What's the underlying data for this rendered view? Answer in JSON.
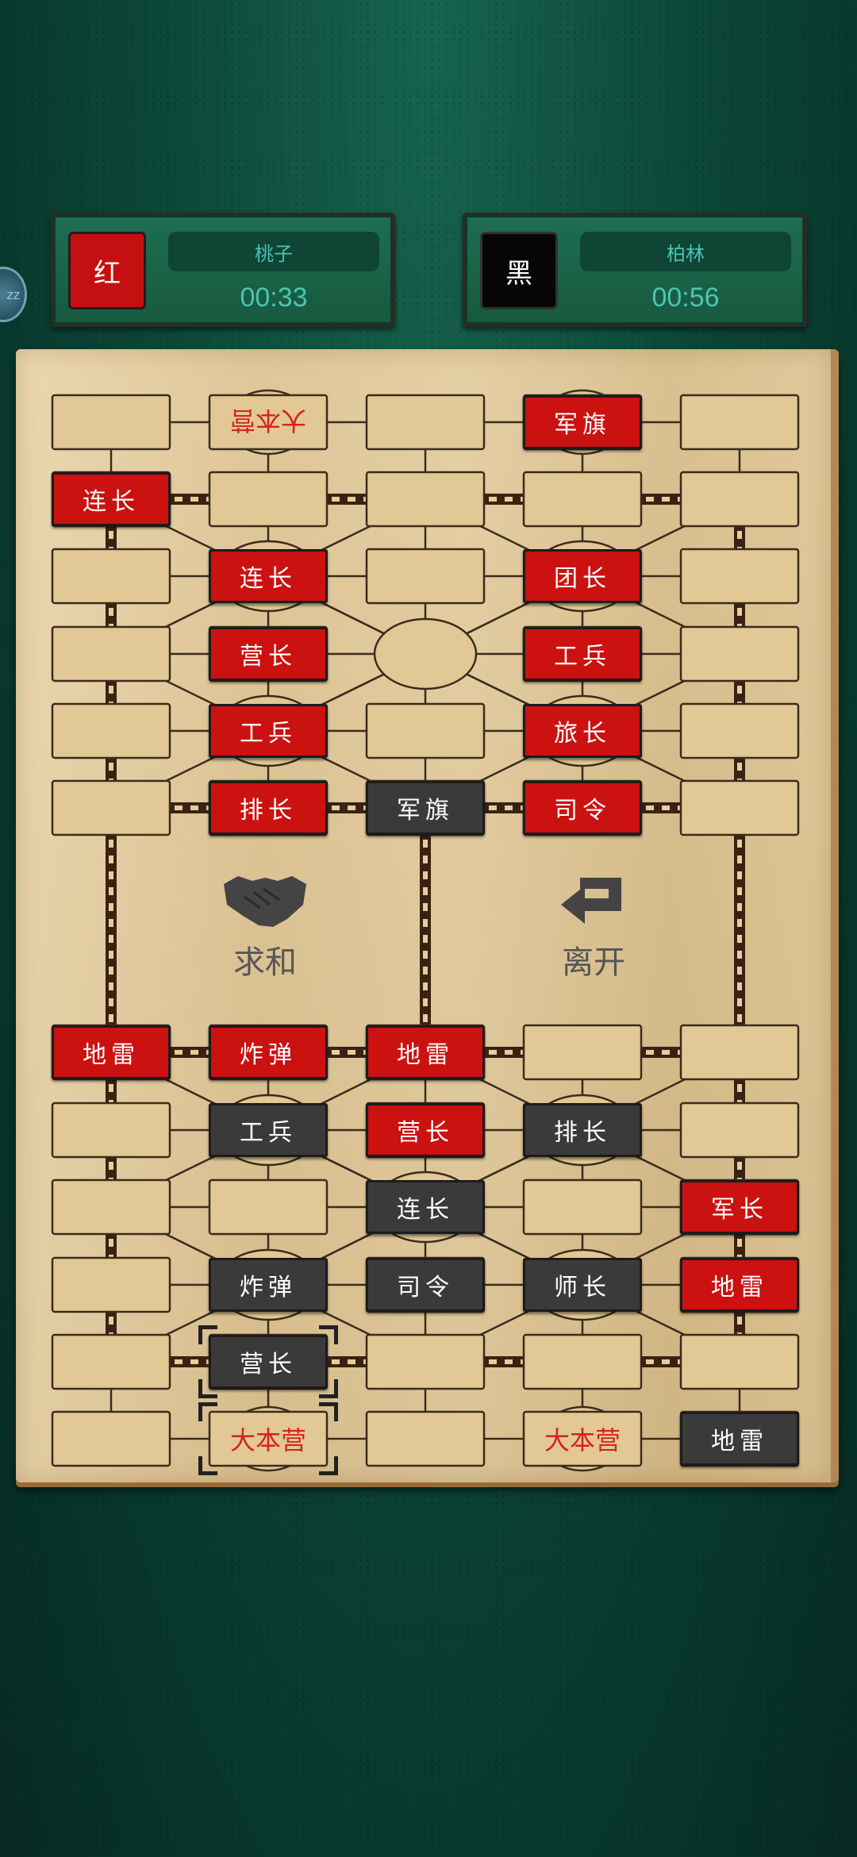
{
  "players": {
    "red": {
      "color_label": "红",
      "name": "桃子",
      "timer": "00:33",
      "color": "#c41010"
    },
    "black": {
      "color_label": "黑",
      "name": "柏林",
      "timer": "00:56",
      "color": "#060606"
    }
  },
  "edge_avatar": {
    "icon": "avatar-icon",
    "text": "zz"
  },
  "actions": {
    "draw": {
      "label": "求和",
      "icon": "handshake-icon"
    },
    "leave": {
      "label": "离开",
      "icon": "return-arrow-icon"
    }
  },
  "headquarters": [
    {
      "label": "大本营",
      "row": 0,
      "col": 1,
      "flipped": true
    },
    {
      "label": "大本营",
      "row": 11,
      "col": 1,
      "flipped": false
    },
    {
      "label": "大本营",
      "row": 11,
      "col": 3,
      "flipped": false
    }
  ],
  "pieces": [
    {
      "label": "军旗",
      "side": "red",
      "row": 0,
      "col": 3
    },
    {
      "label": "连长",
      "side": "red",
      "row": 1,
      "col": 0
    },
    {
      "label": "连长",
      "side": "red",
      "row": 2,
      "col": 1
    },
    {
      "label": "团长",
      "side": "red",
      "row": 2,
      "col": 3
    },
    {
      "label": "营长",
      "side": "red",
      "row": 3,
      "col": 1
    },
    {
      "label": "工兵",
      "side": "red",
      "row": 3,
      "col": 3
    },
    {
      "label": "工兵",
      "side": "red",
      "row": 4,
      "col": 1
    },
    {
      "label": "旅长",
      "side": "red",
      "row": 4,
      "col": 3
    },
    {
      "label": "排长",
      "side": "red",
      "row": 5,
      "col": 1
    },
    {
      "label": "军旗",
      "side": "black",
      "row": 5,
      "col": 2
    },
    {
      "label": "司令",
      "side": "red",
      "row": 5,
      "col": 3
    },
    {
      "label": "地雷",
      "side": "red",
      "row": 6,
      "col": 0
    },
    {
      "label": "炸弹",
      "side": "red",
      "row": 6,
      "col": 1
    },
    {
      "label": "地雷",
      "side": "red",
      "row": 6,
      "col": 2
    },
    {
      "label": "工兵",
      "side": "black",
      "row": 7,
      "col": 1
    },
    {
      "label": "营长",
      "side": "red",
      "row": 7,
      "col": 2
    },
    {
      "label": "排长",
      "side": "black",
      "row": 7,
      "col": 3
    },
    {
      "label": "连长",
      "side": "black",
      "row": 8,
      "col": 2
    },
    {
      "label": "军长",
      "side": "red",
      "row": 8,
      "col": 4
    },
    {
      "label": "炸弹",
      "side": "black",
      "row": 9,
      "col": 1
    },
    {
      "label": "司令",
      "side": "black",
      "row": 9,
      "col": 2
    },
    {
      "label": "师长",
      "side": "black",
      "row": 9,
      "col": 3
    },
    {
      "label": "地雷",
      "side": "red",
      "row": 9,
      "col": 4
    },
    {
      "label": "营长",
      "side": "black",
      "row": 10,
      "col": 1
    },
    {
      "label": "地雷",
      "side": "black",
      "row": 11,
      "col": 4
    }
  ],
  "selection": [
    {
      "row": 10,
      "col": 1
    },
    {
      "row": 11,
      "col": 1
    }
  ]
}
